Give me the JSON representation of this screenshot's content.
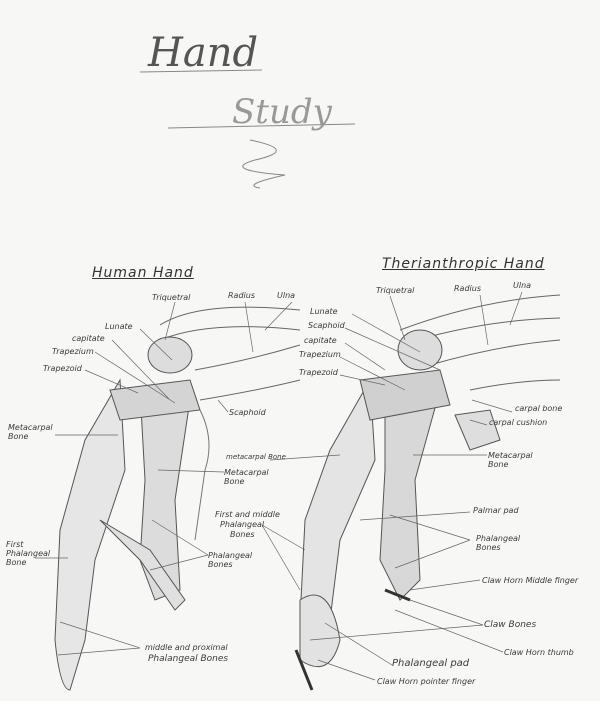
{
  "title": {
    "line1": "Hand",
    "line2": "Study"
  },
  "human_hand": {
    "heading": "Human Hand",
    "labels": {
      "triquetral": "Triquetral",
      "radius": "Radius",
      "ulna": "Ulna",
      "lunate": "Lunate",
      "capitate": "capitate",
      "trapezium": "Trapezium",
      "trapezoid": "Trapezoid",
      "scaphoid": "Scaphoid",
      "metacarpal_1": "Metacarpal Bone",
      "metacarpal_2": "Metacarpal Bone",
      "first_phalangeal": "First Phalangeal Bone",
      "phalangeal_bones": "Phalangeal Bones",
      "middle_proximal_line1": "middle and proximal",
      "middle_proximal_line2": "Phalangeal Bones"
    }
  },
  "therianthropic_hand": {
    "heading": "Therianthropic Hand",
    "labels": {
      "triquetral": "Triquetral",
      "radius": "Radius",
      "ulna": "Ulna",
      "lunate": "Lunate",
      "scaphoid": "Scaphoid",
      "capitate": "capitate",
      "trapezium": "Trapezium",
      "trapezoid": "Trapezoid",
      "carpal_bone": "carpal bone",
      "carpal_cushion": "carpal cushion",
      "metacarpal_1": "metacarpal Bone",
      "metacarpal_2": "Metacarpal Bone",
      "first_middle_line1": "First and middle",
      "first_middle_line2": "Phalangeal",
      "first_middle_line3": "Bones",
      "palmar_pad": "Palmar pad",
      "phalangeal_bones": "Phalangeal Bones",
      "claw_horn_middle": "Claw Horn Middle finger",
      "claw_bones": "Claw Bones",
      "claw_horn_thumb": "Claw Horn thumb",
      "phalangeal_pad": "Phalangeal pad",
      "claw_horn_pointer": "Claw Horn pointer finger"
    }
  }
}
